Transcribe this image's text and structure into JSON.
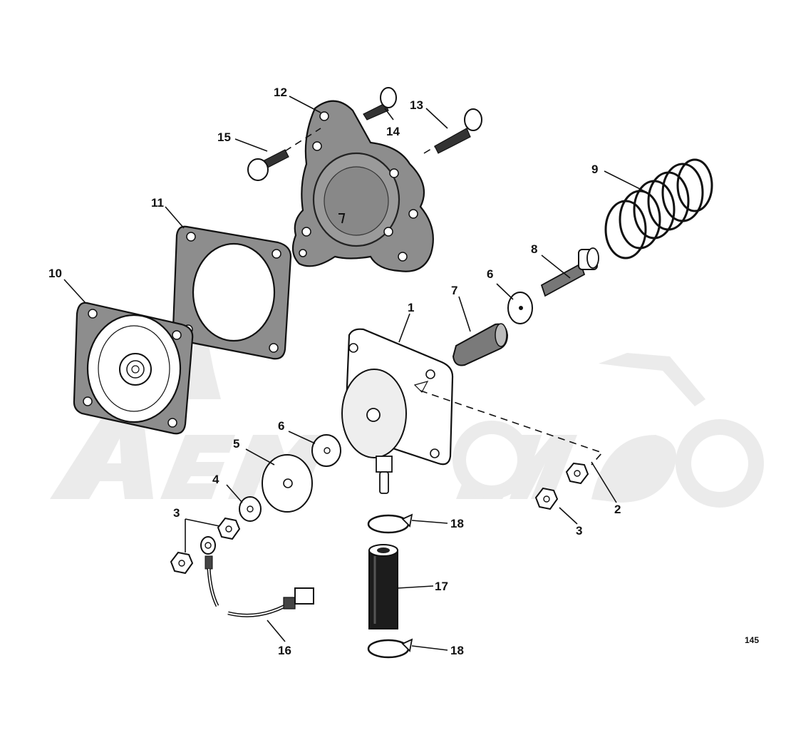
{
  "diagram": {
    "type": "exploded-parts-diagram",
    "page_number": "145",
    "watermark_text": "AemMoto",
    "callouts": [
      {
        "id": "c1",
        "label": "1"
      },
      {
        "id": "c2",
        "label": "2"
      },
      {
        "id": "c3a",
        "label": "3"
      },
      {
        "id": "c3b",
        "label": "3"
      },
      {
        "id": "c4",
        "label": "4"
      },
      {
        "id": "c5",
        "label": "5"
      },
      {
        "id": "c6a",
        "label": "6"
      },
      {
        "id": "c6b",
        "label": "6"
      },
      {
        "id": "c7",
        "label": "7"
      },
      {
        "id": "c8",
        "label": "8"
      },
      {
        "id": "c9",
        "label": "9"
      },
      {
        "id": "c10",
        "label": "10"
      },
      {
        "id": "c11",
        "label": "11"
      },
      {
        "id": "c12",
        "label": "12"
      },
      {
        "id": "c13",
        "label": "13"
      },
      {
        "id": "c14",
        "label": "14"
      },
      {
        "id": "c15",
        "label": "15"
      },
      {
        "id": "c16",
        "label": "16"
      },
      {
        "id": "c17",
        "label": "17"
      },
      {
        "id": "c18a",
        "label": "18"
      },
      {
        "id": "c18b",
        "label": "18"
      }
    ]
  }
}
